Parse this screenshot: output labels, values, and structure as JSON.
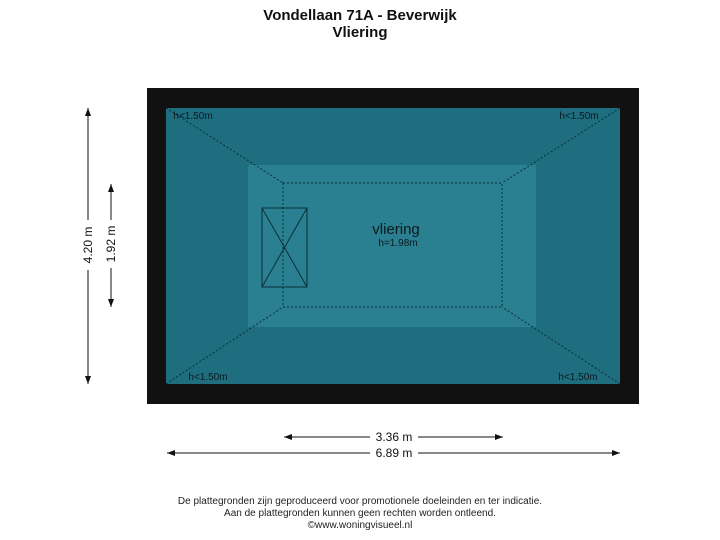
{
  "header": {
    "address": "Vondellaan 71A - Beverwijk",
    "floor": "Vliering"
  },
  "room": {
    "name": "vliering",
    "height": "h=1.98m"
  },
  "corner_heights": [
    "h<1.50m",
    "h<1.50m",
    "h<1.50m",
    "h<1.50m"
  ],
  "dimensions": {
    "inner_width": "3.36 m",
    "outer_width": "6.89 m",
    "outer_height": "4.20 m",
    "inner_height": "1.92 m"
  },
  "footer": {
    "line1": "De plattegronden zijn geproduceerd voor promotionele doeleinden en ter indicatie.",
    "line2": "Aan de plattegronden kunnen geen rechten worden ontleend.",
    "line3": "©www.woningvisueel.nl"
  },
  "colors": {
    "wall": "#111111",
    "floor_outer": "#1e6e80",
    "floor_inner": "#2a7f90",
    "dimension_line": "#111111"
  }
}
